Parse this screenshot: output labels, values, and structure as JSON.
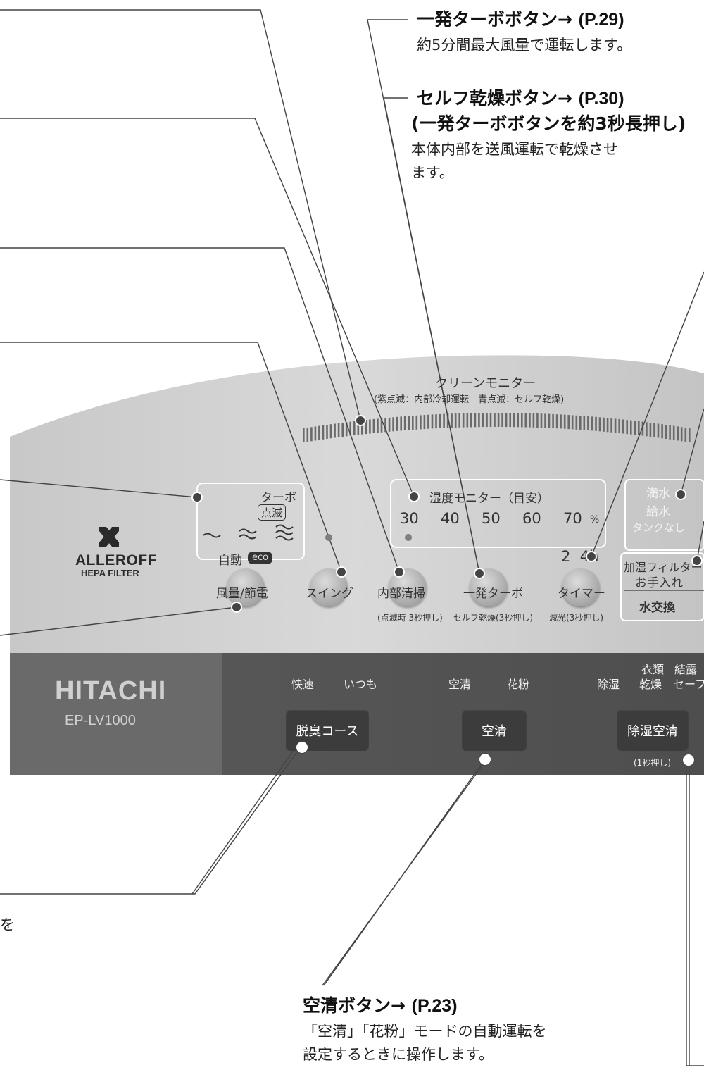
{
  "callouts": {
    "turbo": {
      "title": "一発ターボボタン→",
      "page": "(P.29)",
      "desc": "約5分間最大風量で運転します。"
    },
    "selfdry": {
      "title": "セルフ乾燥ボタン→",
      "page": "(P.30)",
      "sub": "(一発ターボボタンを約3秒長押し)",
      "desc1": "本体内部を送風運転で乾燥させ",
      "desc2": "ます。"
    },
    "kusei": {
      "title": "空清ボタン→",
      "page": "(P.23)",
      "desc1": "「空清」「花粉」モードの自動運転を",
      "desc2": "設定するときに操作します。"
    },
    "left_fragment": "を"
  },
  "panel": {
    "clean_monitor_title": "クリーンモニター",
    "clean_monitor_sub": "(紫点滅：内部冷却運転　青点滅：セルフ乾燥)",
    "turbo_label": "ターボ",
    "blink_label": "点滅",
    "auto_label": "自動",
    "eco_label": "eco",
    "humidity_title": "湿度モニター（目安）",
    "humidity_values": [
      "30",
      "40",
      "50",
      "60",
      "70"
    ],
    "humidity_unit": "%",
    "timer_values": "2  4",
    "timer_unit": "h",
    "tank_full": "満水",
    "tank_supply": "給水",
    "tank_none": "タンクなし",
    "filter_label1": "加湿フィルター",
    "filter_label2": "お手入れ",
    "water_change": "水交換",
    "brand_logo": "ALLEROFF",
    "brand_sub": "HEPA FILTER",
    "buttons": {
      "fuuryo": "風量/節電",
      "swing": "スイング",
      "naibu": "内部清掃",
      "turbo": "一発ターボ",
      "timer": "タイマー"
    },
    "sub_naibu": "(点滅時 3秒押し)",
    "sub_turbo": "セルフ乾燥(3秒押し)",
    "sub_timer": "減光(3秒押し)"
  },
  "dark_panel": {
    "maker": "HITACHI",
    "model": "EP-LV1000",
    "deodor_modes": [
      "快速",
      "いつも"
    ],
    "kusei_modes": [
      "空清",
      "花粉"
    ],
    "dehum_modes": [
      "除湿",
      "衣類",
      "乾燥",
      "結露",
      "セーフ"
    ],
    "deodor_button": "脱臭コース",
    "kusei_button": "空清",
    "dehum_button": "除湿空清",
    "dehum_sub": "(1秒押し)"
  },
  "colors": {
    "panel_silver": "#cfcfcf",
    "panel_dark": "#555555",
    "panel_darker": "#4a4a4a",
    "leader_line": "#444444"
  }
}
